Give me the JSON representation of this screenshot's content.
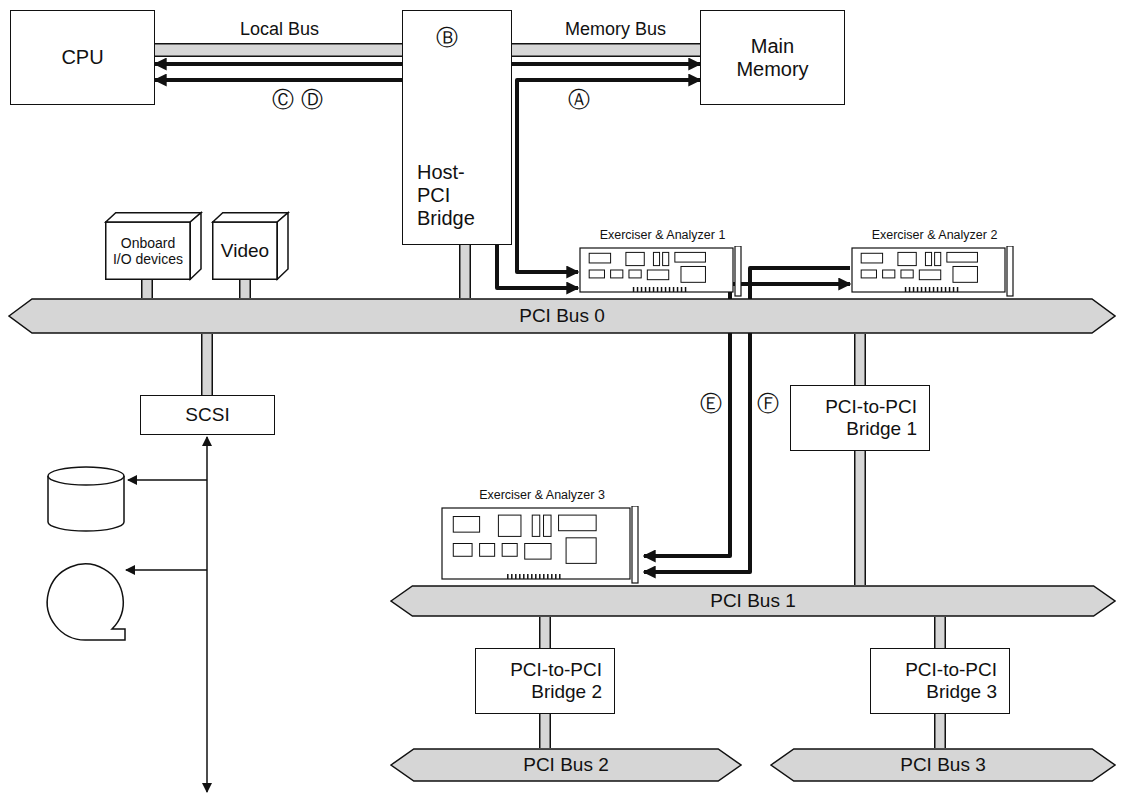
{
  "diagram": {
    "nodes": [
      {
        "text": [
          "CPU"
        ]
      },
      {
        "text": [
          "Host-PCI Bridge"
        ]
      },
      {
        "text": [
          "Main Memory"
        ]
      },
      {
        "text": [
          "Onboard I/O devices"
        ]
      },
      {
        "text": [
          "Video"
        ]
      },
      {
        "text": [
          "Exerciser & Analyzer 1"
        ]
      },
      {
        "text": [
          "Exerciser & Analyzer 2"
        ]
      },
      {
        "text": [
          "PCI Bus 0"
        ]
      },
      {
        "text": [
          "SCSI"
        ]
      },
      {
        "text": [
          "PCI-to-PCI Bridge 1"
        ]
      },
      {
        "text": [
          "Exerciser & Analyzer 3"
        ]
      },
      {
        "text": [
          "PCI Bus 1"
        ]
      },
      {
        "text": [
          "PCI-to-PCI Bridge 2"
        ]
      },
      {
        "text": [
          "PCI-to-PCI Bridge 3"
        ]
      },
      {
        "text": [
          "PCI Bus 2"
        ]
      },
      {
        "text": [
          "PCI Bus 3"
        ]
      }
    ],
    "edges": [
      {
        "from": 0,
        "to": 1,
        "arrow": "none",
        "label": "Local Bus"
      },
      {
        "from": 1,
        "to": 2,
        "arrow": "none",
        "label": "Memory Bus"
      },
      {
        "from": 0,
        "to": 2,
        "arrow": "both",
        "label": "Ⓑ"
      },
      {
        "from": 2,
        "to": 5,
        "arrow": "both",
        "label": "Ⓐ"
      },
      {
        "from": 0,
        "to": 5,
        "arrow": "both",
        "label": "Ⓒ Ⓓ"
      },
      {
        "from": 1,
        "to": 7,
        "arrow": "none"
      },
      {
        "from": 3,
        "to": 7,
        "arrow": "none"
      },
      {
        "from": 4,
        "to": 7,
        "arrow": "none"
      },
      {
        "from": 7,
        "to": 8,
        "arrow": "none"
      },
      {
        "from": 7,
        "to": 9,
        "arrow": "none"
      },
      {
        "from": 9,
        "to": 11,
        "arrow": "none"
      },
      {
        "from": 11,
        "to": 12,
        "arrow": "none"
      },
      {
        "from": 12,
        "to": 14,
        "arrow": "none"
      },
      {
        "from": 11,
        "to": 13,
        "arrow": "none"
      },
      {
        "from": 13,
        "to": 15,
        "arrow": "none"
      },
      {
        "from": 6,
        "to": 10,
        "arrow": "both",
        "label": "Ⓔ"
      },
      {
        "from": 6,
        "to": 10,
        "arrow": "to",
        "label": "Ⓕ"
      }
    ]
  }
}
